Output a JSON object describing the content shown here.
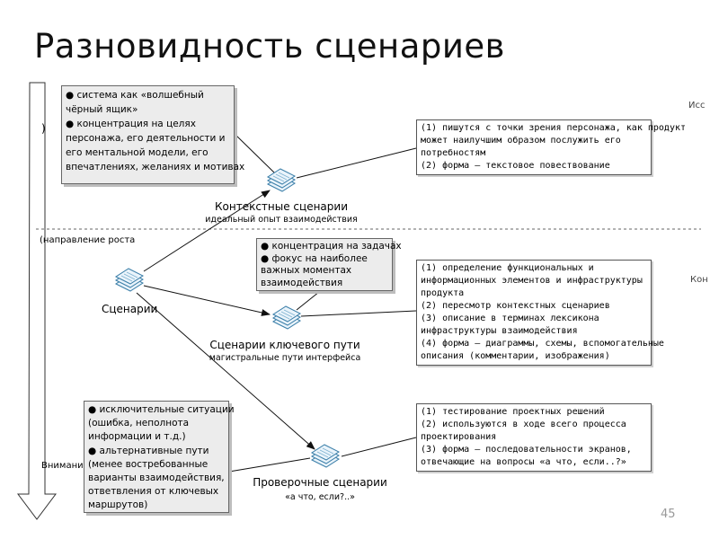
{
  "title": "Разновидность сценариев",
  "page_number": "45",
  "side_labels": {
    "top_paren": ")",
    "growth": "(направление роста",
    "attention": "Внимание к"
  },
  "edge_labels": {
    "top": "Исс",
    "middle": "Кон"
  },
  "nodes": {
    "root": {
      "label": "Сценарии"
    },
    "context": {
      "label": "Контекстные сценарии",
      "sub": "идеальный опыт взаимодействия"
    },
    "key_path": {
      "label": "Сценарии ключевого пути",
      "sub": "магистральные пути интерфейса"
    },
    "check": {
      "label": "Проверочные сценарии",
      "sub": "«а что, если?..»"
    }
  },
  "notes": {
    "context": [
      "● система как «волшебный",
      "чёрный ящик»",
      "● концентрация на целях",
      "персонажа, его деятельности и",
      "его ментальной модели, его",
      "впечатлениях, желаниях и мотивах"
    ],
    "key_path": [
      "● концентрация на задачах",
      "● фокус на наиболее",
      "важных моментах",
      "взаимодействия"
    ],
    "check": [
      "● исключительные ситуации",
      "(ошибка, неполнота",
      "информации и т.д.)",
      "● альтернативные пути",
      "(менее востребованные",
      "варианты взаимодействия,",
      "ответвления от ключевых",
      "маршрутов)"
    ]
  },
  "boxes": {
    "context": [
      "(1) пишутся с точки зрения персонажа, как продукт",
      "может наилучшим образом послужить его",
      "потребностям",
      "(2) форма — текстовое повествование"
    ],
    "key_path": [
      "(1) определение функциональных и",
      "информационных элементов и инфраструктуры",
      "продукта",
      "(2) пересмотр контекстных сценариев",
      "(3) описание в терминах лексикона",
      "инфраструктуры взаимодействия",
      "(4) форма — диаграммы, схемы, вспомогательные",
      "описания (комментарии, изображения)"
    ],
    "check": [
      "(1) тестирование проектных решений",
      "(2) используются в ходе всего процесса",
      "проектирования",
      "(3) форма — последовательности экранов,",
      "отвечающие на вопросы «а что, если..?»"
    ]
  }
}
